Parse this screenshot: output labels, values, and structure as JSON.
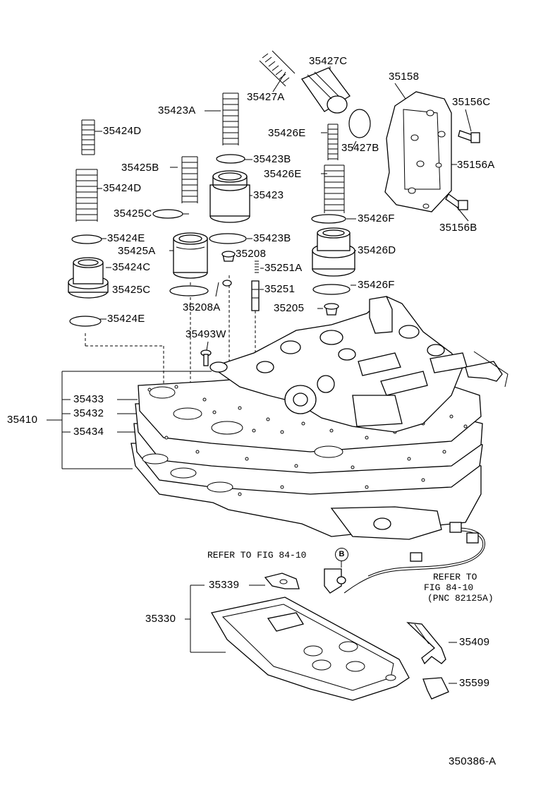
{
  "labels": {
    "p35427C": "35427C",
    "p35158": "35158",
    "p35427A": "35427A",
    "p35156C": "35156C",
    "p35423A": "35423A",
    "p35424D_top": "35424D",
    "p35426E_top": "35426E",
    "p35427B": "35427B",
    "p35423B_top": "35423B",
    "p35156A": "35156A",
    "p35425B": "35425B",
    "p35426E_mid": "35426E",
    "p35424D_mid": "35424D",
    "p35423": "35423",
    "p35425C_top": "35425C",
    "p35426F_top": "35426F",
    "p35156B": "35156B",
    "p35424E_top": "35424E",
    "p35423B_mid": "35423B",
    "p35425A": "35425A",
    "p35208": "35208",
    "p35426D": "35426D",
    "p35424C": "35424C",
    "p35251A": "35251A",
    "p35425C_mid": "35425C",
    "p35251": "35251",
    "p35426F_mid": "35426F",
    "p35208A": "35208A",
    "p35205": "35205",
    "p35424E_low": "35424E",
    "p35493W": "35493W",
    "p35433": "35433",
    "p35410": "35410",
    "p35432": "35432",
    "p35434": "35434",
    "p35339": "35339",
    "p35330": "35330",
    "p35409": "35409",
    "p35599": "35599"
  },
  "notes": {
    "refer_fig_b_text": "REFER TO FIG 84-10",
    "refer_fig_b_marker": "B",
    "refer_fig_right_line1": "REFER TO",
    "refer_fig_right_line2": "FIG 84-10",
    "refer_fig_right_line3": "(PNC 82125A)"
  },
  "diagram_id": "350386-A"
}
